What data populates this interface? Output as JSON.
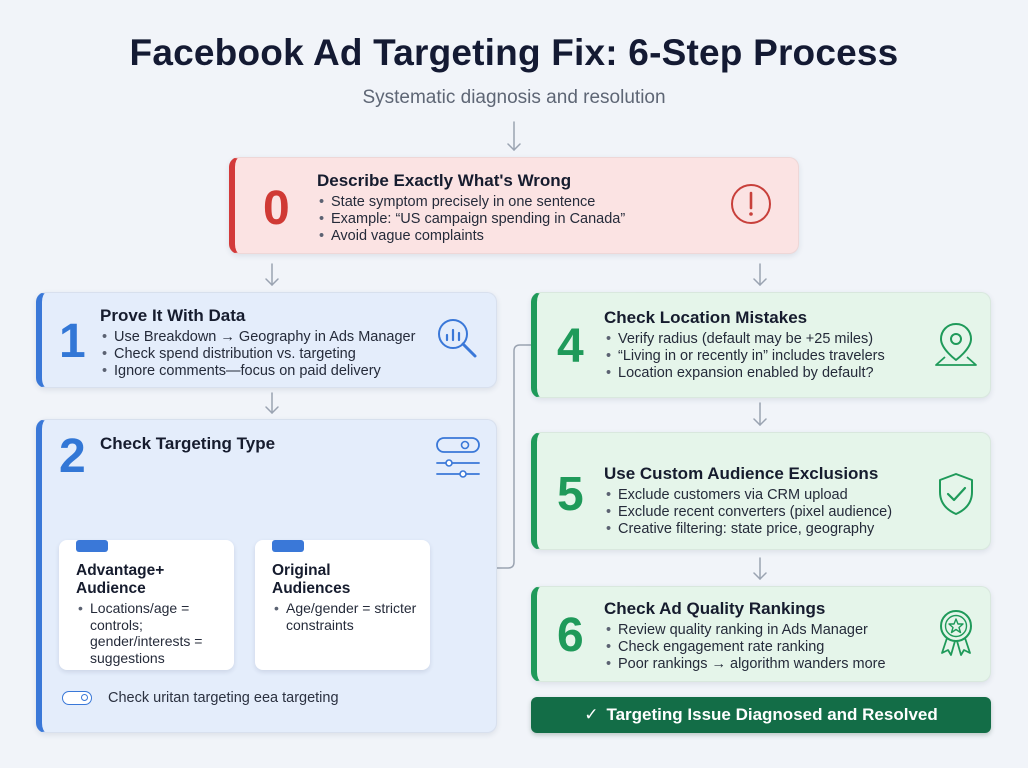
{
  "title": "Facebook Ad Targeting Fix: 6-Step Process",
  "subtitle": "Systematic diagnosis and resolution",
  "steps": [
    {
      "number": "0",
      "title": "Describe Exactly What's Wrong",
      "bullets": [
        "State symptom precisely in one sentence",
        "Example: “US campaign spending in Canada”",
        "Avoid vague complaints"
      ],
      "icon": "alert-circle-icon"
    },
    {
      "number": "1",
      "title": "Prove It With Data",
      "bullets": [
        "Use Breakdown → Geography in Ads Manager",
        "Check spend distribution vs. targeting",
        "Ignore comments—focus on paid delivery"
      ],
      "icon": "magnifier-chart-icon"
    },
    {
      "number": "2",
      "title": "Check Targeting Type",
      "icon": "settings-sliders-icon",
      "options": [
        {
          "title": "Advantage+\nAudience",
          "bullets": [
            "Locations/age = controls; gender/interests = suggestions"
          ]
        },
        {
          "title": "Original\nAudiences",
          "bullets": [
            "Age/gender = stricter constraints"
          ]
        }
      ],
      "footnote": "Check uritan targeting eea targeting"
    },
    {
      "number": "4",
      "title": "Check Location Mistakes",
      "bullets": [
        "Verify radius (default may be +25 miles)",
        "“Living in or recently in” includes travelers",
        "Location expansion enabled by default?"
      ],
      "icon": "map-pin-icon"
    },
    {
      "number": "5",
      "title": "Use Custom Audience Exclusions",
      "bullets": [
        "Exclude customers via CRM upload",
        "Exclude recent converters (pixel audience)",
        "Creative filtering: state price, geography"
      ],
      "icon": "shield-check-icon"
    },
    {
      "number": "6",
      "title": "Check Ad Quality Rankings",
      "bullets": [
        "Review quality ranking in Ads Manager",
        "Check engagement rate ranking",
        "Poor rankings → algorithm wanders more"
      ],
      "icon": "award-badge-icon"
    }
  ],
  "result": {
    "check_glyph": "✓",
    "label": "Targeting Issue Diagnosed and Resolved"
  },
  "colors": {
    "red_accent": "#d33a3a",
    "blue_accent": "#3a78d8",
    "green_accent": "#1f9a5a",
    "result_bg": "#136d47"
  }
}
